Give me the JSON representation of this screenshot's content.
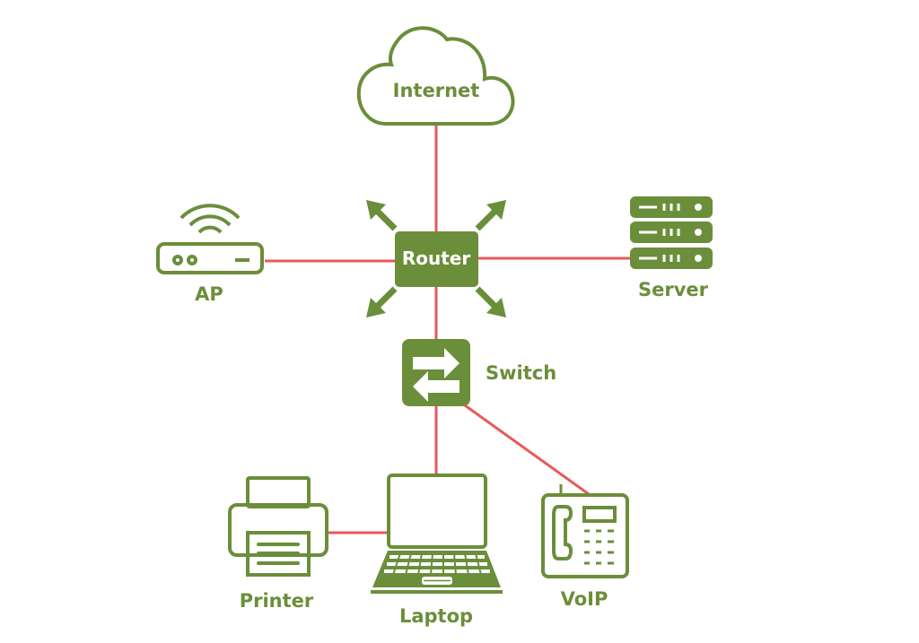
{
  "colors": {
    "node": "#6b8e3a",
    "link": "#e8595a"
  },
  "nodes": {
    "internet": {
      "label": "Internet",
      "icon": "cloud-icon"
    },
    "router": {
      "label": "Router",
      "icon": "router-box"
    },
    "ap": {
      "label": "AP",
      "icon": "access-point-icon"
    },
    "server": {
      "label": "Server",
      "icon": "server-rack-icon"
    },
    "switch": {
      "label": "Switch",
      "icon": "switch-arrows-icon"
    },
    "printer": {
      "label": "Printer",
      "icon": "printer-icon"
    },
    "laptop": {
      "label": "Laptop",
      "icon": "laptop-icon"
    },
    "voip": {
      "label": "VoIP",
      "icon": "desk-phone-icon"
    }
  },
  "links": [
    [
      "Internet",
      "Router"
    ],
    [
      "AP",
      "Router"
    ],
    [
      "Router",
      "Server"
    ],
    [
      "Router",
      "Switch"
    ],
    [
      "Switch",
      "Laptop"
    ],
    [
      "Switch",
      "VoIP"
    ],
    [
      "Printer",
      "Laptop"
    ]
  ]
}
